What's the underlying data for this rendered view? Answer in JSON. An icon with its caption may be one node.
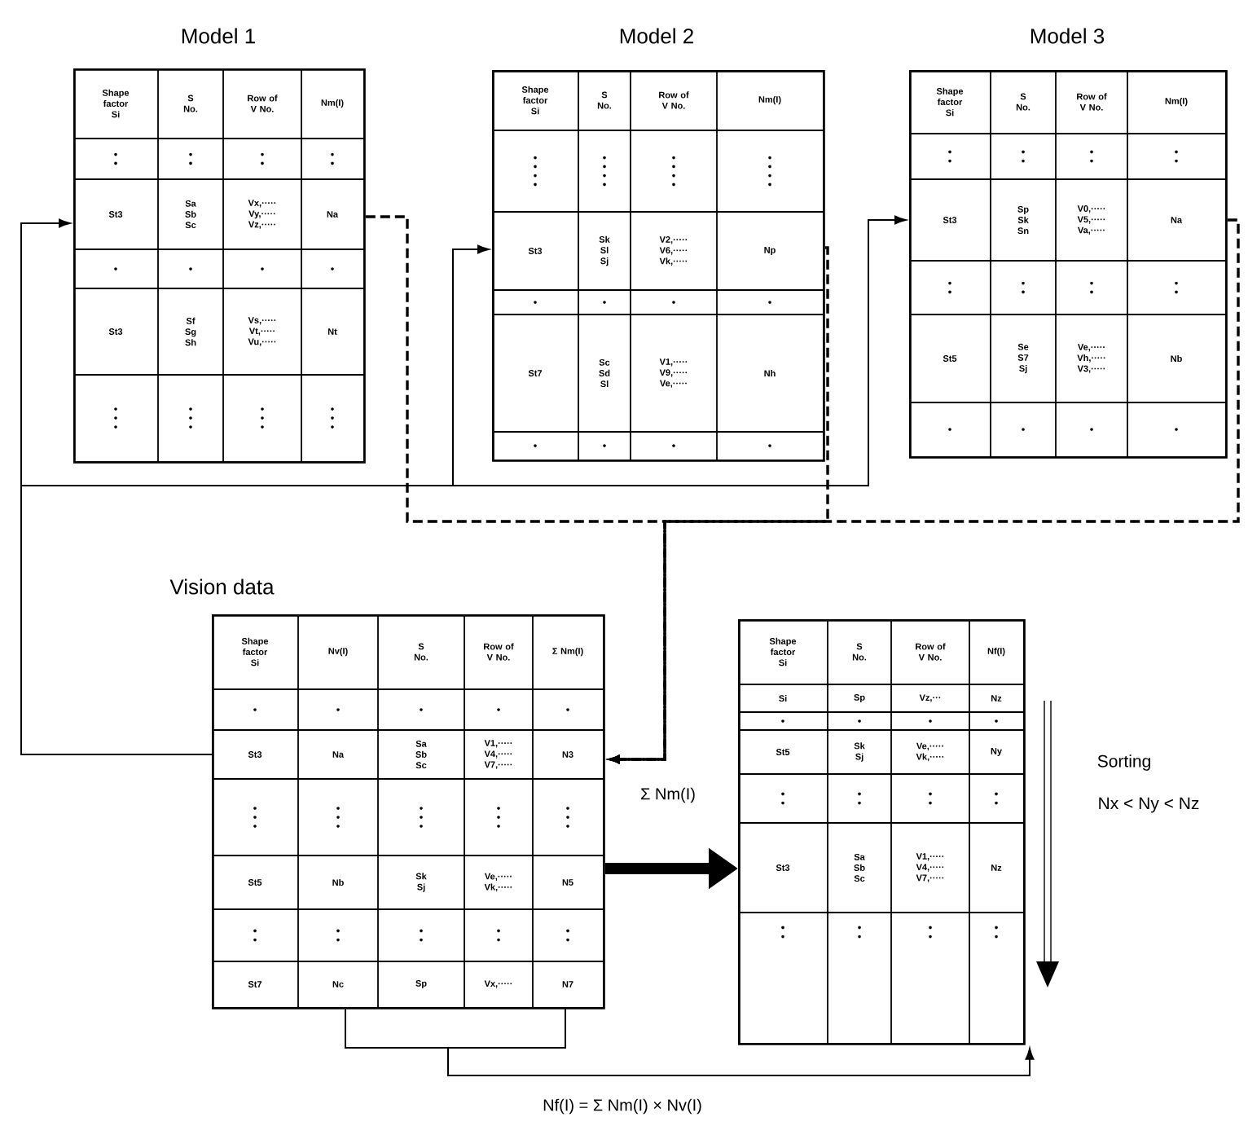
{
  "diagram": {
    "nodes": [
      {
        "text": [
          "Model 1",
          "Shape factor Si",
          "S No.",
          "Row of V No.",
          "Nm(I)",
          "St3",
          "Sa Sb Sc",
          "Vx,····· Vy,····· Vz,·····",
          "Na",
          "St3",
          "Sf Sg Sh",
          "Vs,····· Vt,····· Vu,·····",
          "Nt"
        ]
      },
      {
        "text": [
          "Model 2",
          "Shape factor Si",
          "S No.",
          "Row of V No.",
          "Nm(I)",
          "St3",
          "Sk Sl Sj",
          "V2,····· V6,····· Vk,·····",
          "Np",
          "St7",
          "Sc Sd Sl",
          "V1,····· V9,····· Ve,·····",
          "Nh"
        ]
      },
      {
        "text": [
          "Model 3",
          "Shape factor Si",
          "S No.",
          "Row of V No.",
          "Nm(I)",
          "St3",
          "Sp Sk Sn",
          "V0,····· V5,····· Va,·····",
          "Na",
          "St5",
          "Se S7 Sj",
          "Ve,····· Vh,····· V3,·····",
          "Nb"
        ]
      },
      {
        "text": [
          "Vision data",
          "Shape factor Si",
          "Nv(I)",
          "S No.",
          "Row of V No.",
          "Σ Nm(I)",
          "St3",
          "Na",
          "Sa Sb Sc",
          "V1,····· V4,····· V7,·····",
          "N3",
          "St5",
          "Nb",
          "Sk Sj",
          "Ve,····· Vk,·····",
          "N5",
          "St7",
          "Nc",
          "Sp",
          "Vx,·····",
          "N7"
        ]
      },
      {
        "text": [
          "Shape factor Si",
          "S No.",
          "Row of V No.",
          "Nf(I)",
          "Si",
          "Sp",
          "Vz,···",
          "Nz",
          "St5",
          "Sk Sj",
          "Ve,····· Vk,·····",
          "Ny",
          "St3",
          "Sa Sb Sc",
          "V1,····· V4,····· V7,·····",
          "Nz"
        ]
      }
    ],
    "edges": [
      {
        "from": 0,
        "to": 3,
        "arrow": "to",
        "style": "dashed"
      },
      {
        "from": 1,
        "to": 3,
        "arrow": "to",
        "style": "dashed",
        "label": "Σ Nm(I)"
      },
      {
        "from": 2,
        "to": 3,
        "arrow": "to",
        "style": "dashed"
      },
      {
        "from": 3,
        "to": 0,
        "arrow": "to"
      },
      {
        "from": 3,
        "to": 1,
        "arrow": "to"
      },
      {
        "from": 3,
        "to": 2,
        "arrow": "to"
      },
      {
        "from": 3,
        "to": 4,
        "arrow": "to",
        "style": "thick"
      },
      {
        "from": 3,
        "to": 4,
        "arrow": "to",
        "label": "Nf(I) = Σ Nm(I) × Nv(I)"
      }
    ],
    "labels": [
      "Sorting",
      "Nx < Ny < Nz"
    ]
  }
}
